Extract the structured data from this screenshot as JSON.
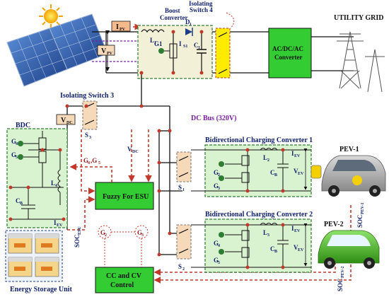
{
  "labels": {
    "ipv": "I",
    "ipv_sub": "PV",
    "vpv": "V",
    "vpv_sub": "PV",
    "boost": "Boost\nConverter",
    "boost_l1": "Boost",
    "boost_l2": "Converter",
    "isolating4_l1": "Isolating",
    "isolating4_l2": "Switch 4",
    "d1": "D",
    "d1_sub": "1",
    "l1": "L",
    "l1_sub": "1",
    "c1": "C",
    "c1_sub": "1",
    "g1": "G1",
    "is1": "I",
    "is1_sub": "S1",
    "acdc_l1": "AC/DC/AC",
    "acdc_l2": "Converter",
    "grid": "UTILITY GRID",
    "isolating3": "Isolating Switch 3",
    "bdc": "BDC",
    "vdc_box": "V",
    "vdc_box_sub": "DC",
    "s3": "S",
    "s3_sub": "3",
    "dcbus": "DC Bus (320V)",
    "vdc": "V",
    "vdc_sub": "DC",
    "g4": "G",
    "g4_sub": "4",
    "g5": "G",
    "g5_sub": "5",
    "l4": "L",
    "l4_sub": "4",
    "cb": "C",
    "cb_sub": "B",
    "iev": "I",
    "iev_sub": "EV",
    "g4g5": "G",
    "g4g5_a": "4",
    "g4g5_mid": ",G",
    "g4g5_b": "5",
    "fuzzy": "Fuzzy For ESU",
    "soc_esu": "SOC",
    "soc_esu_sub": "ESU",
    "ccv_l1": "CC and CV",
    "ccv_l2": "Control",
    "g2": "G",
    "g2_sub": "2",
    "g3": "G",
    "g3_sub": "3",
    "esu": "Energy Storage Unit",
    "bcc1": "Bidirectional Charging Converter 1",
    "bcc2": "Bidirectional Charging Converter 2",
    "s1": "S",
    "s1_sub": "1",
    "s2": "S",
    "s2_sub": "2",
    "l2": "L",
    "l2_sub": "2",
    "l3": "L",
    "l3_sub": "3",
    "cb1": "C",
    "cb1_sub": "B",
    "cb2": "C",
    "cb2_sub": "B",
    "iev1": "I",
    "iev1_sub": "EV",
    "iev2": "I",
    "iev2_sub": "EV",
    "vev1": "V",
    "vev1_sub": "EV",
    "vev2": "V",
    "vev2_sub": "EV",
    "pev1": "PEV-1",
    "pev2": "PEV-2",
    "soc_pev1": "SOC",
    "soc_pev1_sub": "PEV-1",
    "soc_pev2": "SOC",
    "soc_pev2_sub": "PEV-2",
    "g2a": "G",
    "g2a_sub": "2",
    "g3a": "G",
    "g3a_sub": "3",
    "g4a": "G",
    "g4a_sub": "4",
    "g5a": "G",
    "g5a_sub": "5"
  },
  "colors": {
    "dashed_border": "#2e7d32",
    "converter_fill": "#d9f2d0",
    "control_fill": "#33cc33",
    "signal_red": "#c0392b",
    "bus_purple": "#7b1fa2",
    "switch_fill": "#f5d9b8",
    "isolating_yellow": "#ffeb00"
  }
}
